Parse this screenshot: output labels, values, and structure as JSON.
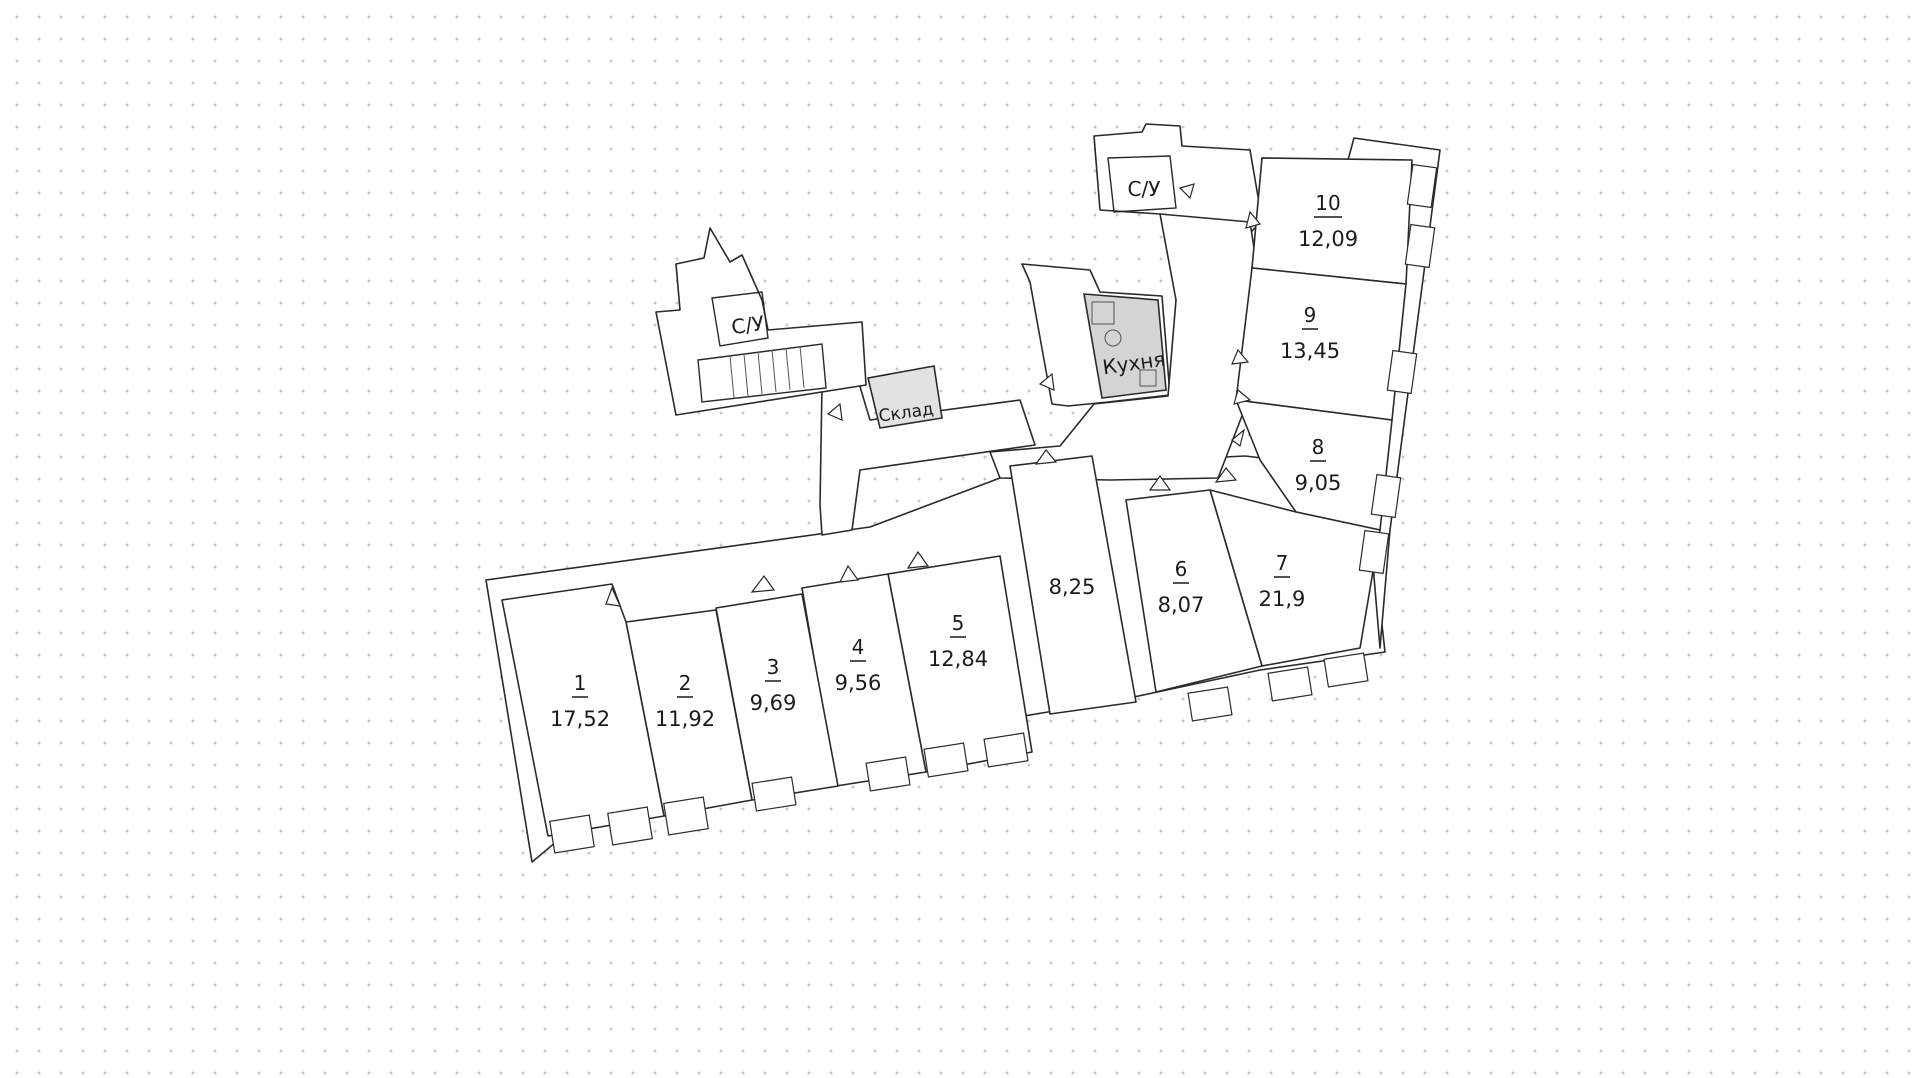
{
  "plan": {
    "rooms": [
      {
        "id": "1",
        "number": "1",
        "area": "17,52"
      },
      {
        "id": "2",
        "number": "2",
        "area": "11,92"
      },
      {
        "id": "3",
        "number": "3",
        "area": "9,69"
      },
      {
        "id": "4",
        "number": "4",
        "area": "9,56"
      },
      {
        "id": "5",
        "number": "5",
        "area": "12,84"
      },
      {
        "id": "unnamed",
        "number": "",
        "area": "8,25"
      },
      {
        "id": "6",
        "number": "6",
        "area": "8,07"
      },
      {
        "id": "7",
        "number": "7",
        "area": "21,9"
      },
      {
        "id": "8",
        "number": "8",
        "area": "9,05"
      },
      {
        "id": "9",
        "number": "9",
        "area": "13,45"
      },
      {
        "id": "10",
        "number": "10",
        "area": "12,09"
      }
    ],
    "labels": {
      "bathroom_left": "С/У",
      "bathroom_top": "С/У",
      "kitchen": "Кухня",
      "storage": "Склад"
    },
    "colors": {
      "kitchen_fill": "#d4d4d4",
      "storage_fill": "#e2e2e2",
      "wall_stroke": "#2a2a2a",
      "background_dot": "#c9c9c9"
    }
  }
}
